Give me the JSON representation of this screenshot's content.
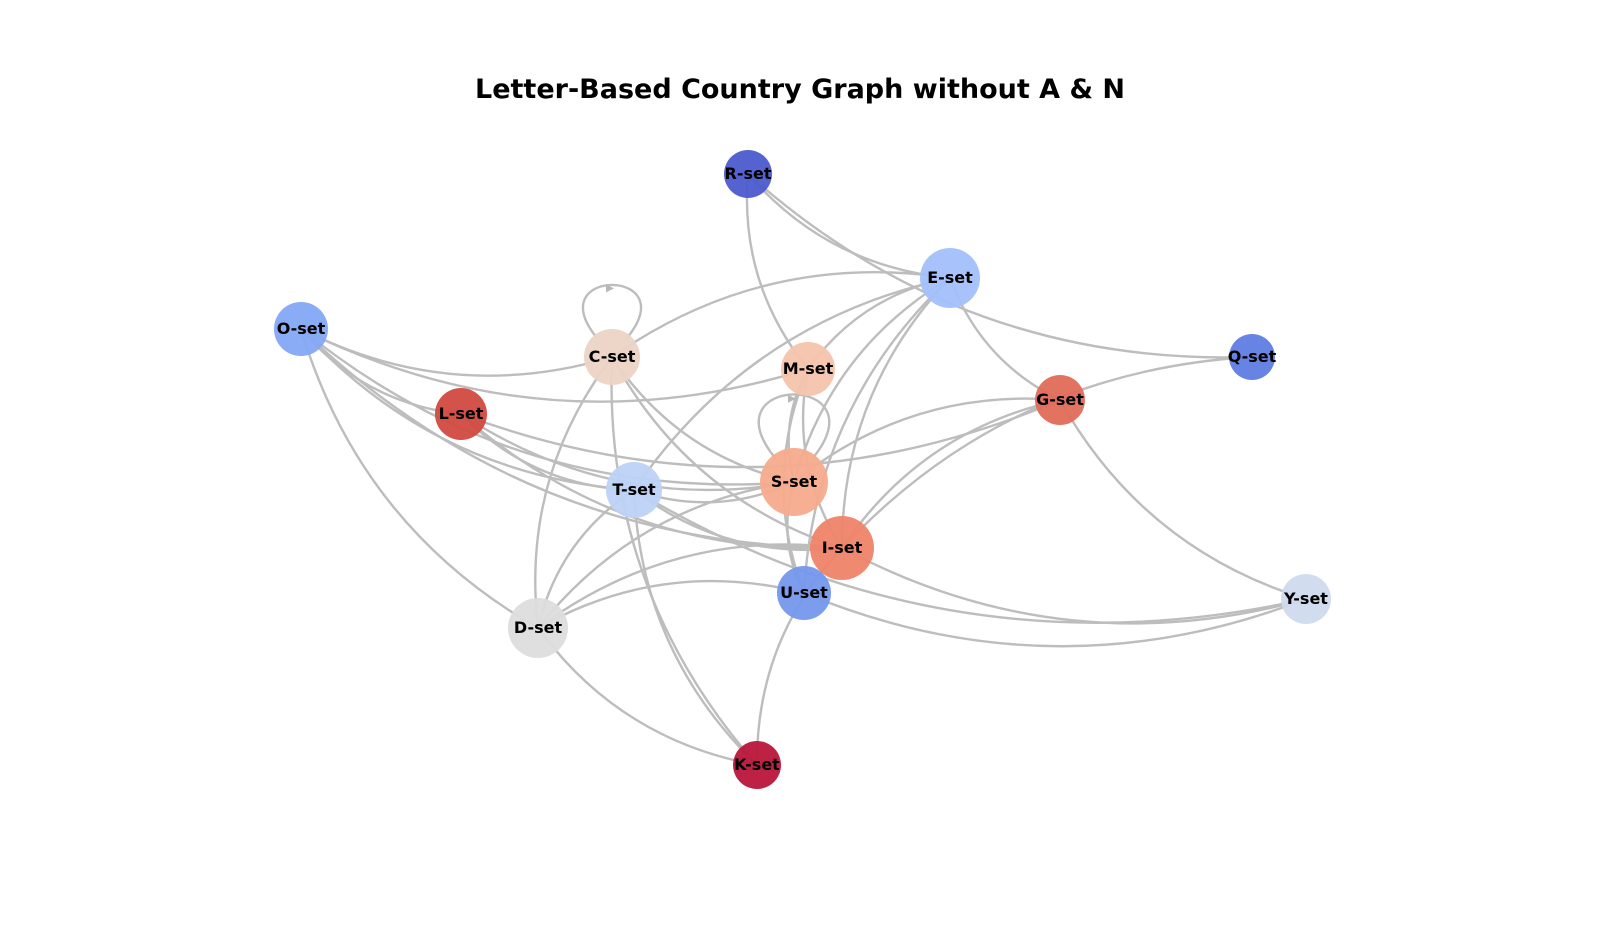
{
  "title": "Letter-Based Country Graph without A & N",
  "nodes": [
    {
      "id": "R",
      "label": "R-set",
      "color": "#4b5bcc"
    },
    {
      "id": "E",
      "label": "E-set",
      "color": "#a3c0fc"
    },
    {
      "id": "O",
      "label": "O-set",
      "color": "#84a8f7"
    },
    {
      "id": "C",
      "label": "C-set",
      "color": "#ecd3c4"
    },
    {
      "id": "M",
      "label": "M-set",
      "color": "#f4c4ac"
    },
    {
      "id": "Q",
      "label": "Q-set",
      "color": "#5f7de3"
    },
    {
      "id": "G",
      "label": "G-set",
      "color": "#e26c58"
    },
    {
      "id": "L",
      "label": "L-set",
      "color": "#d1493f"
    },
    {
      "id": "S",
      "label": "S-set",
      "color": "#f6ab8c"
    },
    {
      "id": "T",
      "label": "T-set",
      "color": "#bcd2f6"
    },
    {
      "id": "I",
      "label": "I-set",
      "color": "#ee8469"
    },
    {
      "id": "U",
      "label": "U-set",
      "color": "#7597ec"
    },
    {
      "id": "Y",
      "label": "Y-set",
      "color": "#cfdaee"
    },
    {
      "id": "D",
      "label": "D-set",
      "color": "#dddddd"
    },
    {
      "id": "K",
      "label": "K-set",
      "color": "#b9163a"
    }
  ],
  "edges": [
    [
      "R",
      "E"
    ],
    [
      "R",
      "Q"
    ],
    [
      "R",
      "M"
    ],
    [
      "O",
      "C"
    ],
    [
      "O",
      "M"
    ],
    [
      "O",
      "L"
    ],
    [
      "O",
      "D"
    ],
    [
      "O",
      "S"
    ],
    [
      "O",
      "T"
    ],
    [
      "O",
      "I"
    ],
    [
      "C",
      "C"
    ],
    [
      "C",
      "D"
    ],
    [
      "C",
      "S"
    ],
    [
      "C",
      "I"
    ],
    [
      "C",
      "K"
    ],
    [
      "E",
      "M"
    ],
    [
      "E",
      "T"
    ],
    [
      "E",
      "S"
    ],
    [
      "E",
      "I"
    ],
    [
      "E",
      "G"
    ],
    [
      "E",
      "U"
    ],
    [
      "E",
      "C"
    ],
    [
      "M",
      "S"
    ],
    [
      "M",
      "I"
    ],
    [
      "M",
      "U"
    ],
    [
      "L",
      "S"
    ],
    [
      "L",
      "T"
    ],
    [
      "L",
      "I"
    ],
    [
      "L",
      "G"
    ],
    [
      "S",
      "S"
    ],
    [
      "S",
      "D"
    ],
    [
      "S",
      "U"
    ],
    [
      "T",
      "S"
    ],
    [
      "T",
      "I"
    ],
    [
      "T",
      "Y"
    ],
    [
      "T",
      "K"
    ],
    [
      "T",
      "D"
    ],
    [
      "G",
      "I"
    ],
    [
      "G",
      "Y"
    ],
    [
      "G",
      "S"
    ],
    [
      "Q",
      "I"
    ],
    [
      "I",
      "Y"
    ],
    [
      "I",
      "K"
    ],
    [
      "I",
      "D"
    ],
    [
      "U",
      "D"
    ],
    [
      "U",
      "Y"
    ],
    [
      "D",
      "K"
    ]
  ]
}
